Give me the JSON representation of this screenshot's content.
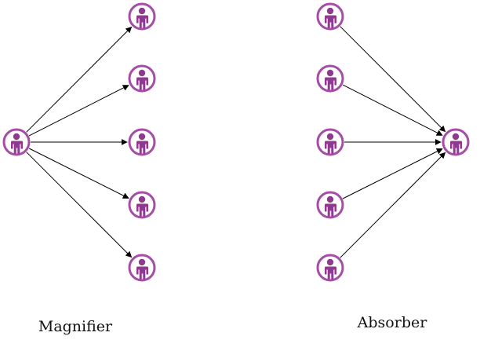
{
  "colors": {
    "node_stroke": "#a64ca6",
    "node_inner": "#8e3a8e",
    "edge": "#000000"
  },
  "icon": "person-icon",
  "diagrams": {
    "magnifier": {
      "label": "Magnifier",
      "direction": "hub-to-leaves",
      "leaf_count": 5
    },
    "absorber": {
      "label": "Absorber",
      "direction": "leaves-to-hub",
      "leaf_count": 5
    }
  }
}
